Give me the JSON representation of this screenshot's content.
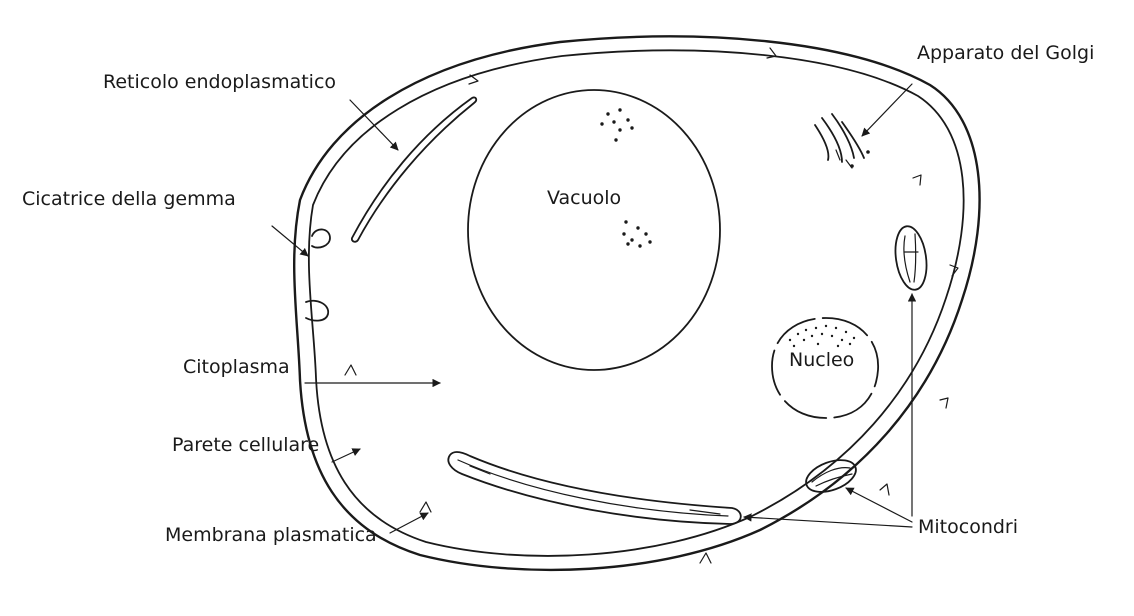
{
  "labels": {
    "reticolo": "Reticolo endoplasmatico",
    "gemma": "Cicatrice della gemma",
    "citoplasma": "Citoplasma",
    "parete": "Parete cellulare",
    "membrana": "Membrana plasmatica",
    "golgi": "Apparato del Golgi",
    "vacuolo": "Vacuolo",
    "nucleo": "Nucleo",
    "mitocondri": "Mitocondri"
  },
  "colors": {
    "ink": "#1a1a1a",
    "background": "#ffffff"
  }
}
